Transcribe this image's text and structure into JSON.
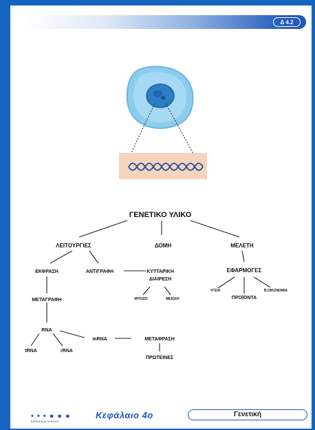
{
  "header": {
    "page_badge": "Δ 4.2"
  },
  "diagram": {
    "title": "ΓΕΝΕΤΙΚΟ ΥΛΙΚΟ",
    "branches": {
      "functions": "ΛΕΙΤΟΥΡΓΙΕΣ",
      "structure": "ΔΟΜΗ",
      "study": "ΜΕΛΕΤΗ"
    },
    "nodes": {
      "expression": "ΕΚΦΡΑΣΗ",
      "replication": "ΑΝΤΙΓΡΑΦΗ",
      "cell_division_1": "ΚΥΤΤΑΡΙΚΗ",
      "cell_division_2": "ΔΙΑΙΡΕΣΗ",
      "mitosis": "ΜΙΤΩΣΗ",
      "meiosis": "ΜΕΙΩΣΗ",
      "applications": "ΕΦΑΡΜΟΓΕΣ",
      "app_left": "ΥΓΕΙΑ",
      "products": "ΠΡΟΪΟΝΤΑ",
      "app_right": "Β.ΟΙΚΟΝΟΜΙΑ",
      "transcription": "ΜΕΤΑΓΡΑΦΗ",
      "rna": "RNA",
      "trna": "tRNA",
      "rrna": "rRNA",
      "mrna": "mRNA",
      "translation": "ΜΕΤΑΦΡΑΣΗ",
      "proteins": "ΠΡΩΤΕΙΝΕΣ"
    }
  },
  "footer": {
    "dots": "• • • ● ● ●",
    "subtext": "ΒΙΟΛΟΓΙΑ Β' ΛΥΚΕΙΟΥ",
    "chapter": "Κεφάλαιο 4ο",
    "topic": "Γενετική"
  },
  "colors": {
    "frame": "#1565c0",
    "accent": "#1e55b8",
    "cell_outer": "#7fc6ec",
    "cell_nucleus": "#2b7ec4",
    "dna_panel": "#f5d3bd",
    "dna_strand": "#1f4e9c"
  }
}
